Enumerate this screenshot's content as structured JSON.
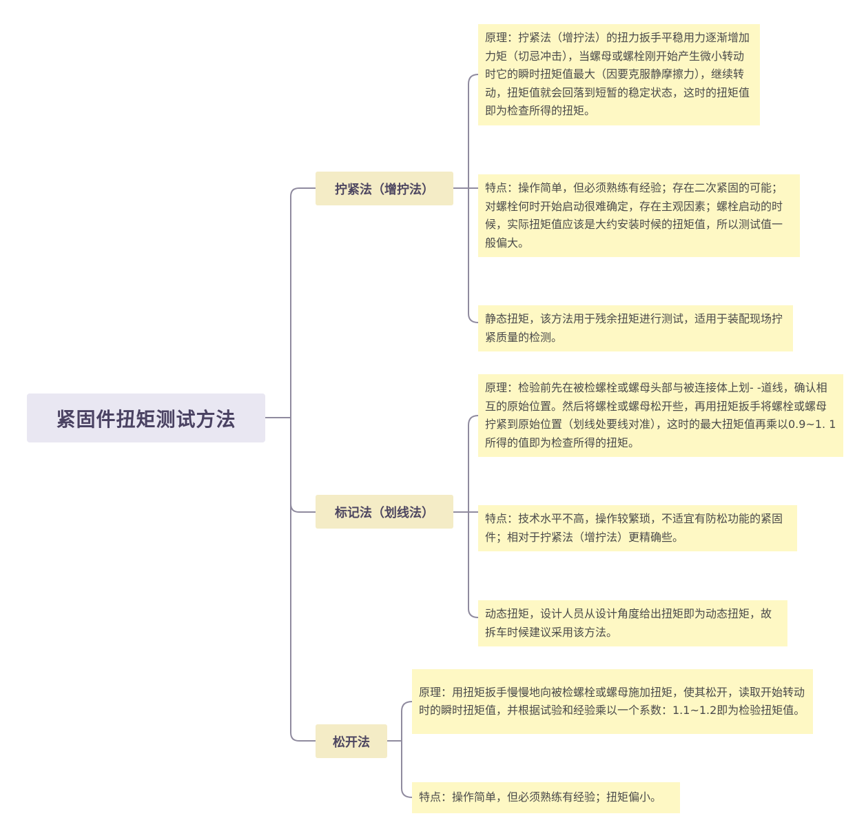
{
  "root": {
    "title": "紧固件扭矩测试方法"
  },
  "branches": [
    {
      "label": "拧紧法（增拧法）",
      "leaves": [
        "原理：拧紧法（增拧法）的扭力扳手平稳用力逐渐增加力矩（切忌冲击），当螺母或螺栓刚开始产生微小转动时它的瞬时扭矩值最大（因要克服静摩擦力），继续转动，扭矩值就会回落到短暂的稳定状态，这时的扭矩值即为检查所得的扭矩。",
        "特点：操作简单，但必须熟练有经验；存在二次紧固的可能；对螺栓何时开始启动很难确定，存在主观因素；螺栓启动的时候，实际扭矩值应该是大约安装时候的扭矩值，所以测试值一般偏大。",
        "静态扭矩，该方法用于残余扭矩进行测试，适用于装配现场拧紧质量的检测。"
      ]
    },
    {
      "label": "标记法（划线法）",
      "leaves": [
        "原理：检验前先在被检螺栓或螺母头部与被连接体上划- -道线，确认相互的原始位置。然后将螺栓或螺母松开些，再用扭矩扳手将螺栓或螺母拧紧到原始位置（划线处要线对准），这时的最大扭矩值再乘以0.9~1. 1所得的值即为检查所得的扭矩。",
        "特点：技术水平不高，操作较繁琐，不适宜有防松功能的紧固件；相对于拧紧法（增拧法）更精确些。",
        "动态扭矩，设计人员从设计角度给出扭矩即为动态扭矩，故拆车时候建议采用该方法。"
      ]
    },
    {
      "label": "松开法",
      "leaves": [
        "原理：用扭矩扳手慢慢地向被检螺栓或螺母施加扭矩，使其松开，读取开始转动时的瞬时扭矩值，并根据试验和经验乘以一个系数：1.1~1.2即为检验扭矩值。",
        "特点：操作简单，但必须熟练有经验；扭矩偏小。"
      ]
    }
  ],
  "colors": {
    "root_bg": "#e9e7f2",
    "branch_bg": "#f4ecc6",
    "leaf_bg": "#fef8c4",
    "connector": "#8f8a9e"
  }
}
